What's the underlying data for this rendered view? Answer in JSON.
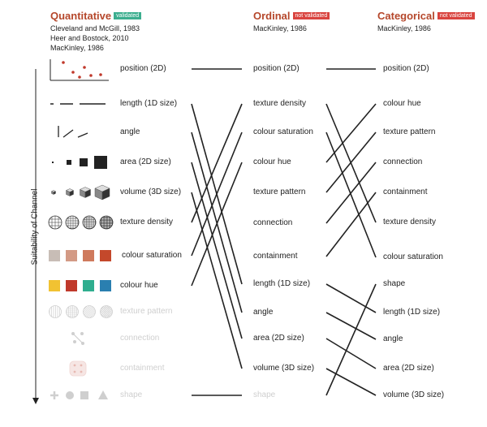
{
  "headers": {
    "quantitative": {
      "title": "Quantitative",
      "badge": "validated",
      "refs": [
        "Cleveland and McGill, 1983",
        "Heer and Bostock, 2010",
        "MacKinley, 1986"
      ]
    },
    "ordinal": {
      "title": "Ordinal",
      "badge": "not validated",
      "refs": [
        "MacKinley, 1986"
      ]
    },
    "categorical": {
      "title": "Categorical",
      "badge": "not validated",
      "refs": [
        "MacKinley, 1986"
      ]
    }
  },
  "axis_label": "Suitability of Channel",
  "quantitative_channels": [
    "position (2D)",
    "length (1D size)",
    "angle",
    "area (2D size)",
    "volume (3D size)",
    "texture density",
    "colour saturation",
    "colour hue",
    "texture pattern",
    "connection",
    "containment",
    "shape"
  ],
  "ordinal_channels": [
    "position (2D)",
    "texture density",
    "colour saturation",
    "colour hue",
    "texture pattern",
    "connection",
    "containment",
    "length (1D size)",
    "angle",
    "area (2D size)",
    "volume (3D size)",
    "shape"
  ],
  "categorical_channels": [
    "position (2D)",
    "colour hue",
    "texture pattern",
    "connection",
    "containment",
    "texture density",
    "colour saturation",
    "shape",
    "length (1D size)",
    "angle",
    "area (2D size)",
    "volume (3D size)"
  ],
  "faded_quantitative": [
    "texture pattern",
    "connection",
    "containment",
    "shape"
  ],
  "faded_ordinal": [
    "shape"
  ],
  "colors": {
    "header": "#b5472b",
    "validated": "#3cae8f",
    "not_validated": "#d9443f",
    "faded": "#cfcfcf",
    "line": "#222222",
    "red": "#c0392b",
    "blue": "#2a7fb0",
    "teal": "#2fae8f",
    "yellow": "#f1c232"
  },
  "icons": [
    "scatter-position-icon",
    "length-bars-icon",
    "angle-lines-icon",
    "area-squares-icon",
    "volume-cubes-icon",
    "texture-density-icon",
    "colour-saturation-icon",
    "colour-hue-icon",
    "texture-pattern-icon",
    "connection-icon",
    "containment-icon",
    "shape-icon"
  ]
}
